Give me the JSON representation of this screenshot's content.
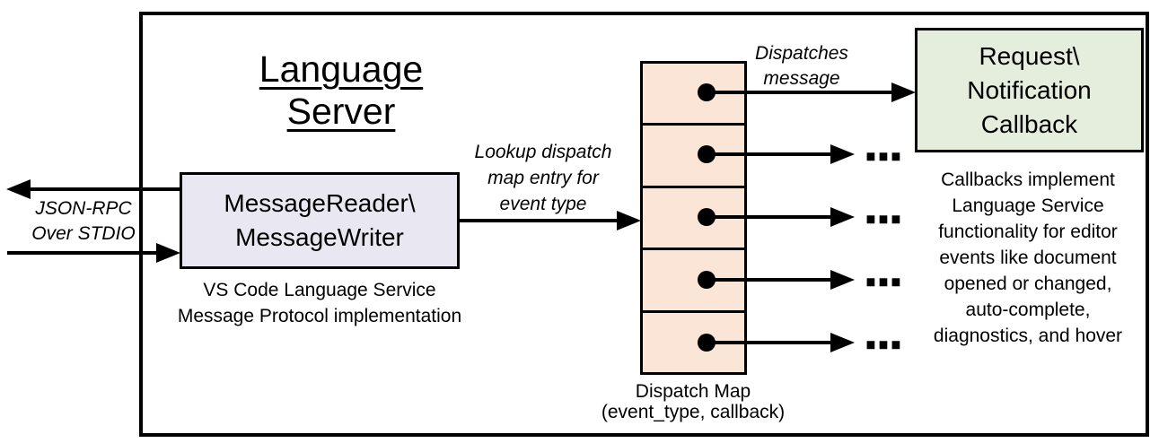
{
  "diagram": {
    "title": "Language Server",
    "io_label": [
      "JSON-RPC",
      "Over STDIO"
    ],
    "message_box": {
      "lines": [
        "MessageReader\\",
        "MessageWriter"
      ],
      "caption": [
        "VS Code Language Service",
        "Message Protocol implementation"
      ]
    },
    "lookup_label": [
      "Lookup dispatch",
      "map entry for",
      "event type"
    ],
    "dispatches_label": [
      "Dispatches",
      "message"
    ],
    "dispatch_map": {
      "cell_count": 5,
      "caption": [
        "Dispatch Map",
        "(event_type, callback)"
      ]
    },
    "callback_box": {
      "lines": [
        "Request\\",
        "Notification",
        "Callback"
      ]
    },
    "callbacks_note": [
      "Callbacks implement",
      "Language Service",
      "functionality for editor",
      "events like document",
      "opened or changed,",
      "auto-complete,",
      "diagnostics, and hover"
    ],
    "ellipsis": "…",
    "colors": {
      "message_box_fill": "#E9E8F2",
      "dispatch_cell_fill": "#FBE5D6",
      "callback_box_fill": "#E5EEDC",
      "line": "#000000"
    }
  }
}
